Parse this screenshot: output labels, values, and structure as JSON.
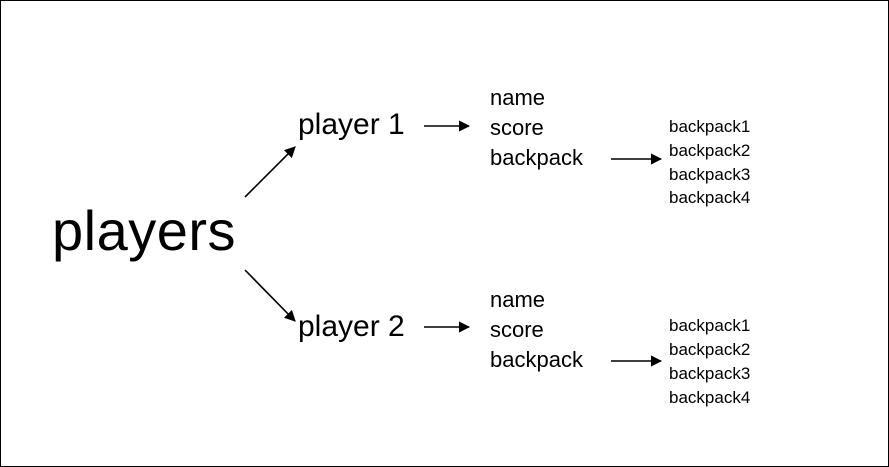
{
  "root": {
    "label": "players"
  },
  "players": [
    {
      "label": "player 1",
      "attributes": [
        "name",
        "score",
        "backpack"
      ],
      "backpack_items": [
        "backpack1",
        "backpack2",
        "backpack3",
        "backpack4"
      ]
    },
    {
      "label": "player 2",
      "attributes": [
        "name",
        "score",
        "backpack"
      ],
      "backpack_items": [
        "backpack1",
        "backpack2",
        "backpack3",
        "backpack4"
      ]
    }
  ],
  "colors": {
    "stroke": "#000000",
    "background": "#ffffff"
  }
}
